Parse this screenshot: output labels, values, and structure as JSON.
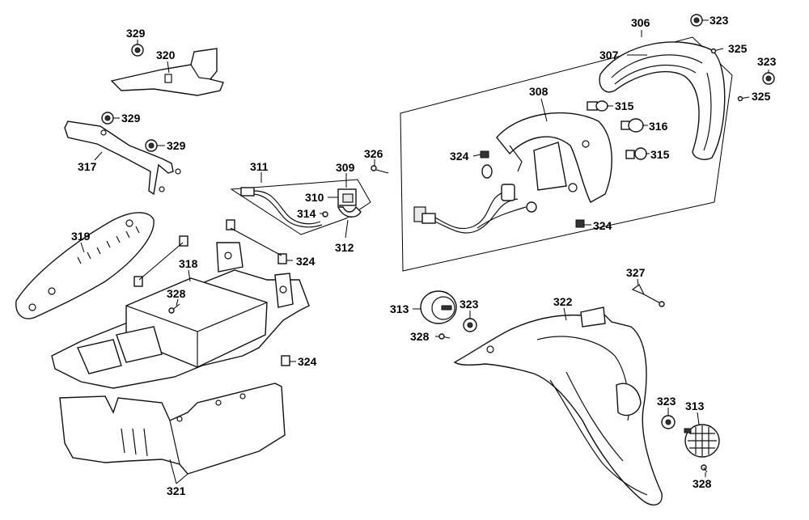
{
  "callouts": {
    "c306": "306",
    "c307": "307",
    "c308": "308",
    "c309": "309",
    "c310": "310",
    "c311": "311",
    "c312": "312",
    "c313a": "313",
    "c313b": "313",
    "c314": "314",
    "c315a": "315",
    "c315b": "315",
    "c316": "316",
    "c317": "317",
    "c318": "318",
    "c319": "319",
    "c320": "320",
    "c321": "321",
    "c322": "322",
    "c323a": "323",
    "c323b": "323",
    "c323c": "323",
    "c323d": "323",
    "c324a": "324",
    "c324b": "324",
    "c324c": "324",
    "c324d": "324",
    "c325a": "325",
    "c325b": "325",
    "c326": "326",
    "c327": "327",
    "c328a": "328",
    "c328b": "328",
    "c328c": "328",
    "c329a": "329",
    "c329b": "329",
    "c329c": "329"
  }
}
